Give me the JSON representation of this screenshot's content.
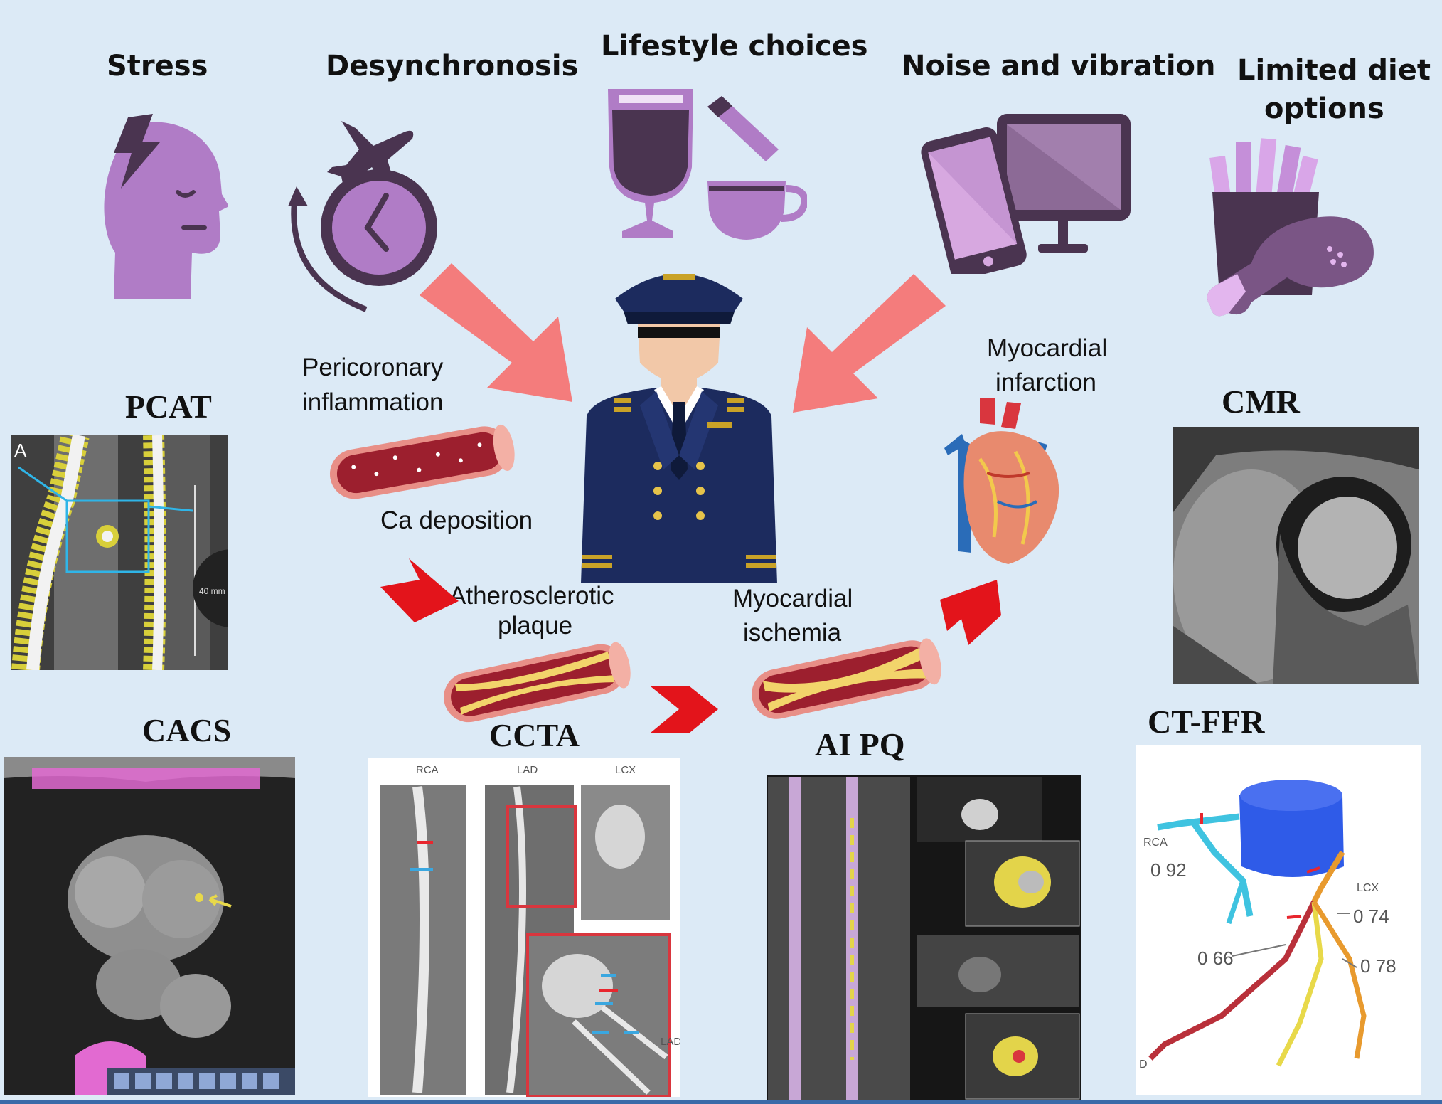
{
  "risk_factors": {
    "stress": "Stress",
    "desynchronosis": "Desynchronosis",
    "lifestyle": "Lifestyle choices",
    "noise": "Noise and vibration",
    "diet_line1": "Limited diet",
    "diet_line2": "options"
  },
  "pathology": {
    "pericoronary_line1": "Pericoronary",
    "pericoronary_line2": "inflammation",
    "ca_deposition": "Ca deposition",
    "plaque_line1": "Atherosclerotic",
    "plaque_line2": "plaque",
    "ischemia_line1": "Myocardial",
    "ischemia_line2": "ischemia",
    "infarction_line1": "Myocardial",
    "infarction_line2": "infarction"
  },
  "imaging": {
    "pcat": "PCAT",
    "pcat_panel_letter": "A",
    "pcat_scale": "40 mm",
    "cmr": "CMR",
    "cacs": "CACS",
    "ccta": "CCTA",
    "ccta_labels": {
      "rca": "RCA",
      "lad": "LAD",
      "lcx": "LCX",
      "lad_side": "LAD"
    },
    "ai_pq": "AI PQ",
    "ct_ffr": "CT-FFR",
    "ffr_labels": {
      "rca": "RCA",
      "lcx": "LCX",
      "d": "D"
    },
    "ffr_values": {
      "rca": "0 92",
      "lcx_upper": "0 74",
      "lad": "0 66",
      "lcx_lower": "0 78"
    }
  },
  "colors": {
    "background": "#dceaf6",
    "icon_purple": "#b07cc6",
    "icon_dark": "#4a3450",
    "big_arrow": "#f47c7c",
    "chevron_red": "#e3141b",
    "uniform_navy": "#1c2b5e"
  },
  "icons": {
    "stress": "head-with-lightning-icon",
    "desynchronosis": "airplane-clock-icon",
    "lifestyle": "wine-lighter-cup-icon",
    "noise": "phone-monitor-icon",
    "diet": "fries-drumstick-icon",
    "pilot": "pilot-figure-icon",
    "heart": "anatomical-heart-icon"
  }
}
